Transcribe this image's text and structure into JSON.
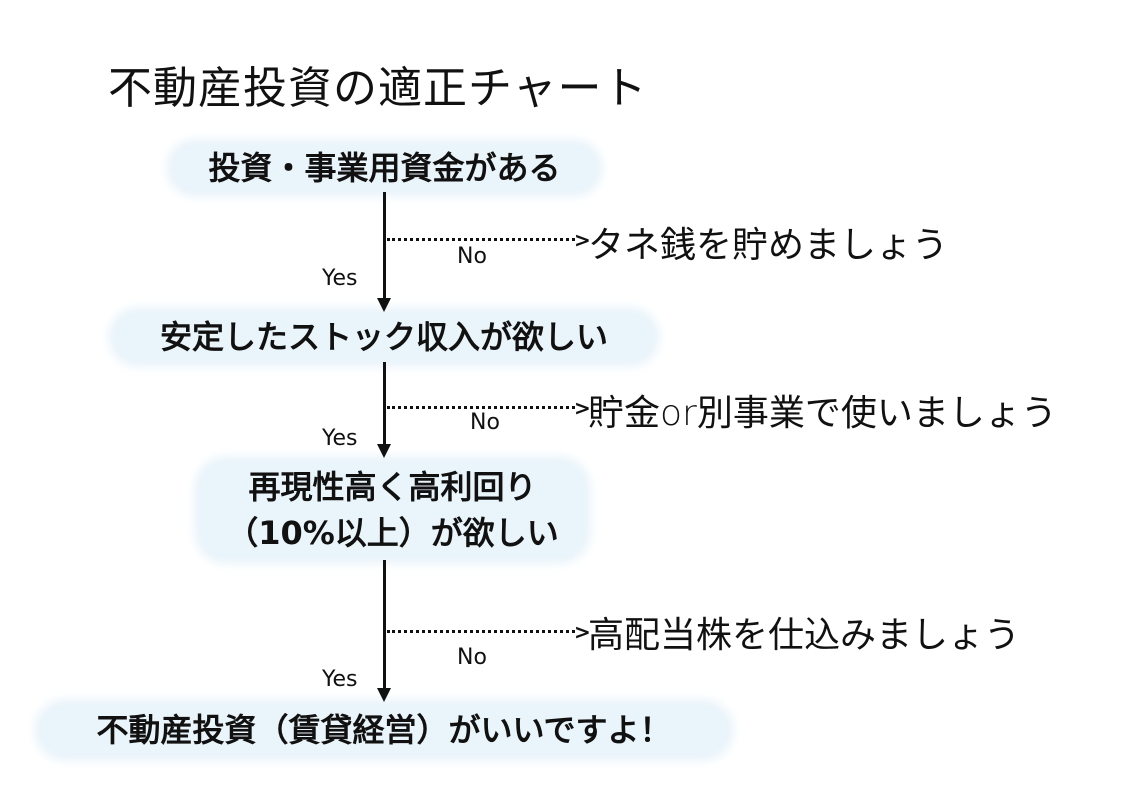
{
  "title": "不動産投資の適正チャート",
  "nodes": [
    {
      "lines": [
        "投資・事業用資金がある"
      ]
    },
    {
      "lines": [
        "安定したストック収入が欲しい"
      ]
    },
    {
      "lines": [
        "再現性高く高利回り",
        "（10%以上）が欲しい"
      ]
    },
    {
      "lines": [
        "不動産投資（賃貸経営）がいいですよ！"
      ]
    }
  ],
  "branches": [
    {
      "yes": "Yes",
      "no": "No",
      "outcome": "タネ銭を貯めましょう"
    },
    {
      "yes": "Yes",
      "no": "No",
      "outcome": "貯金or別事業で使いましょう"
    },
    {
      "yes": "Yes",
      "no": "No",
      "outcome": "高配当株を仕込みましょう"
    }
  ],
  "colors": {
    "box_bg": "#eaf4fb",
    "line": "#111111"
  }
}
